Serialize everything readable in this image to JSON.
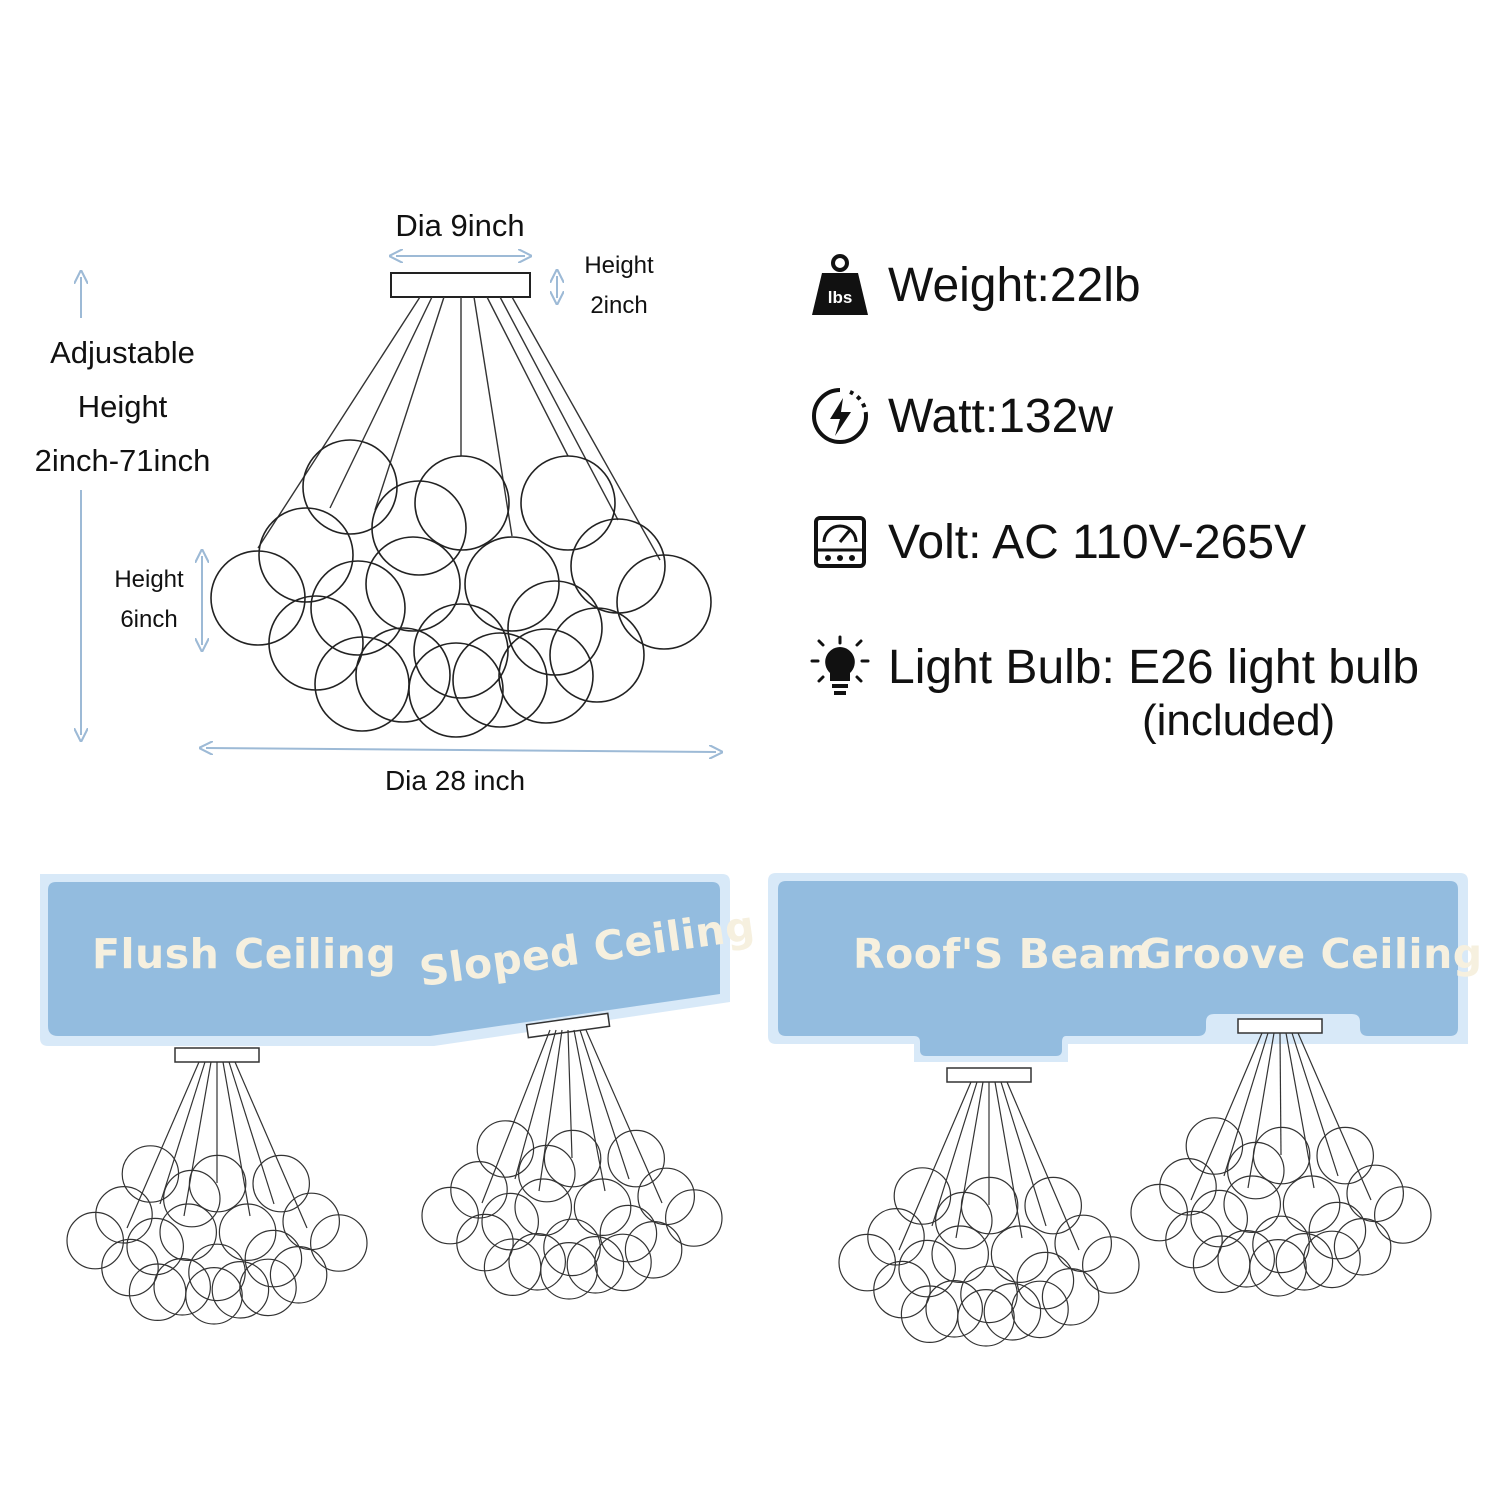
{
  "dimensions": {
    "canopy_diameter": "Dia 9inch",
    "canopy_height_line1": "Height",
    "canopy_height_line2": "2inch",
    "adjustable_line1": "Adjustable",
    "adjustable_line2": "Height",
    "adjustable_line3": "2inch-71inch",
    "globe_height_line1": "Height",
    "globe_height_line2": "6inch",
    "fixture_diameter": "Dia 28 inch"
  },
  "specs": {
    "weight": {
      "icon": "weight-lbs-icon",
      "icon_label": "lbs",
      "text": "Weight:22lb"
    },
    "watt": {
      "icon": "power-bolt-icon",
      "text": "Watt:132w"
    },
    "volt": {
      "icon": "voltmeter-icon",
      "text": "Volt: AC 110V-265V"
    },
    "bulb": {
      "icon": "light-bulb-icon",
      "text": "Light Bulb: E26 light bulb",
      "subtext": "(included)"
    }
  },
  "ceiling_types": {
    "flush": "Flush Ceiling",
    "sloped": "Sloped Ceiling",
    "roof_beam": "Roof'S Beam",
    "groove": "Groove Ceiling"
  },
  "colors": {
    "banner_fill": "#93bcdf",
    "banner_glow": "#cfe4f6",
    "banner_text": "#f6f0df",
    "dimension_line": "#9dbad6"
  }
}
